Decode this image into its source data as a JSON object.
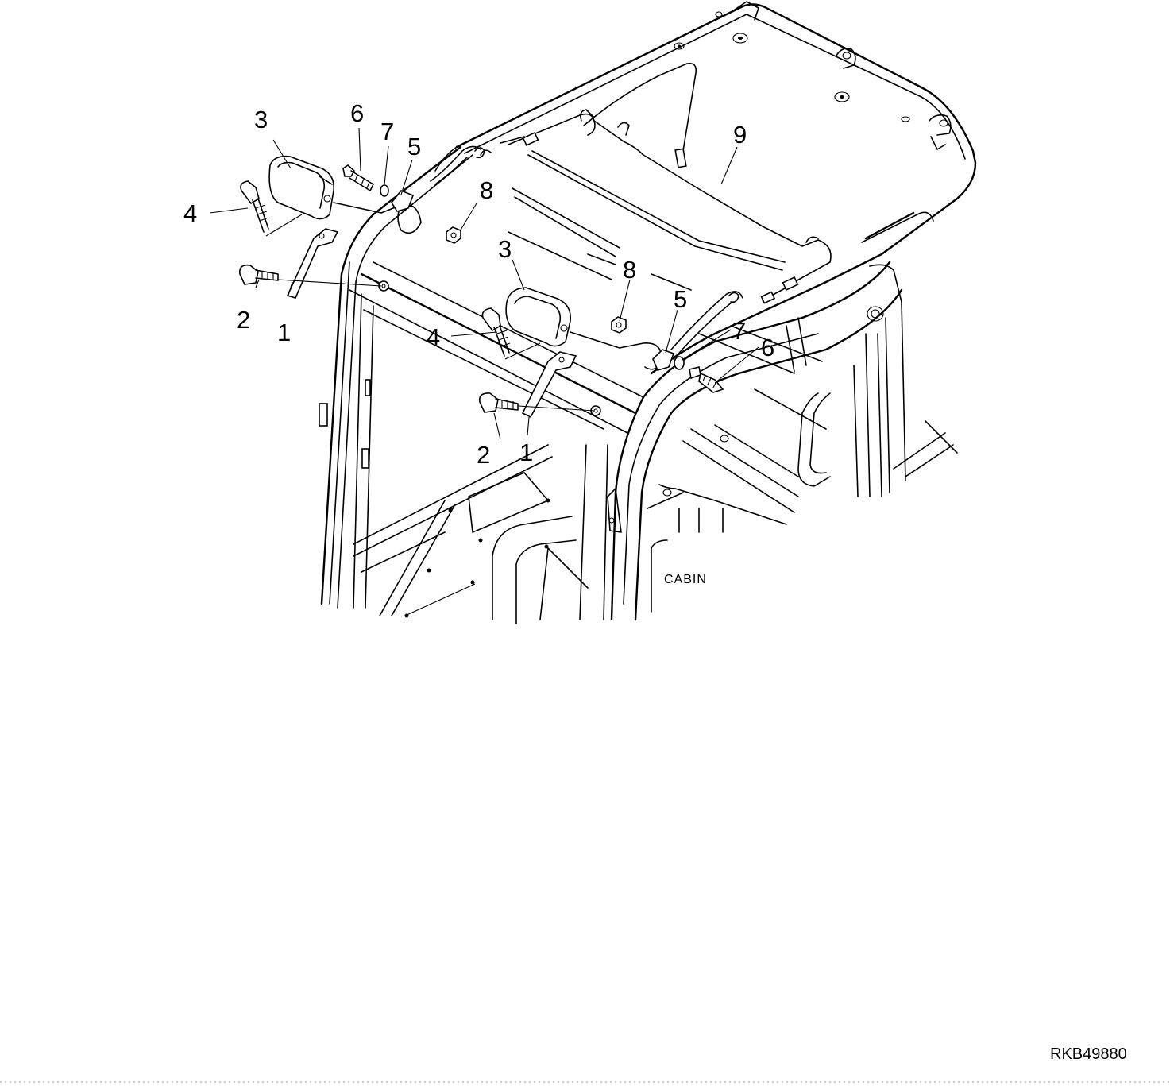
{
  "diagram": {
    "part_numbers": [
      "1",
      "2",
      "3",
      "4",
      "5",
      "6",
      "7",
      "8",
      "9"
    ],
    "callouts_left_lamp": {
      "c1": "1",
      "c2": "2",
      "c3": "3",
      "c4": "4",
      "c5": "5",
      "c6": "6",
      "c7": "7",
      "c8": "8"
    },
    "callouts_right_lamp": {
      "c1": "1",
      "c2": "2",
      "c3": "3",
      "c4": "4",
      "c5": "5",
      "c6": "6",
      "c7": "7",
      "c8": "8"
    },
    "callout_harness": "9",
    "cabin_label": "CABIN",
    "drawing_code": "RKB49880"
  }
}
